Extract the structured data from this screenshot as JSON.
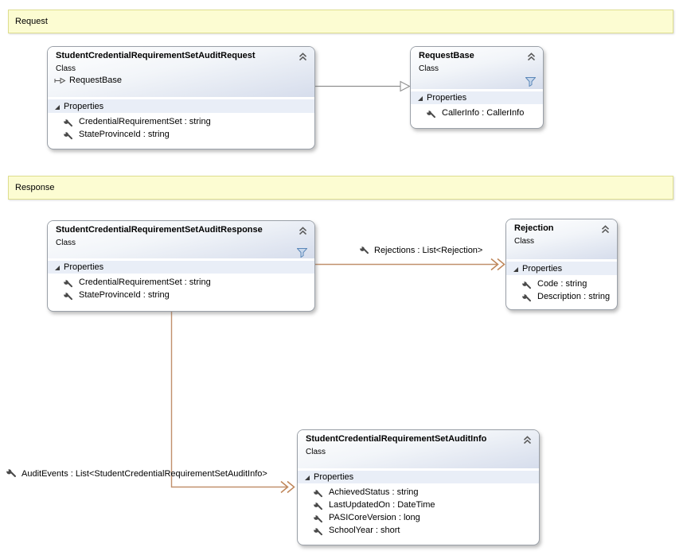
{
  "banners": {
    "request": {
      "label": "Request"
    },
    "response": {
      "label": "Response"
    }
  },
  "classes": {
    "audit_request": {
      "title": "StudentCredentialRequirementSetAuditRequest",
      "stereotype": "Class",
      "base_type": "RequestBase",
      "section": "Properties",
      "properties": [
        "CredentialRequirementSet : string",
        "StateProvinceId : string"
      ]
    },
    "request_base": {
      "title": "RequestBase",
      "stereotype": "Class",
      "section": "Properties",
      "properties": [
        "CallerInfo : CallerInfo"
      ]
    },
    "audit_response": {
      "title": "StudentCredentialRequirementSetAuditResponse",
      "stereotype": "Class",
      "section": "Properties",
      "properties": [
        "CredentialRequirementSet : string",
        "StateProvinceId : string"
      ]
    },
    "rejection": {
      "title": "Rejection",
      "stereotype": "Class",
      "section": "Properties",
      "properties": [
        "Code : string",
        "Description : string"
      ]
    },
    "audit_info": {
      "title": "StudentCredentialRequirementSetAuditInfo",
      "stereotype": "Class",
      "section": "Properties",
      "properties": [
        "AchievedStatus : string",
        "LastUpdatedOn : DateTime",
        "PASICoreVersion : long",
        "SchoolYear : short"
      ]
    }
  },
  "associations": {
    "rejections": {
      "label": "Rejections : List<Rejection>"
    },
    "audit_events": {
      "label": "AuditEvents : List<StudentCredentialRequirementSetAuditInfo>"
    }
  },
  "icons": {
    "collapse": "chevron-double-up",
    "filter": "funnel",
    "property": "wrench",
    "expander": "triangle-expanded",
    "base_type": "inheritance-arrow"
  },
  "colors": {
    "banner_fill": "#FCFCD2",
    "banner_border": "#DEDE8F",
    "association_line": "#C1906C",
    "inheritance_line": "#8F8F8F",
    "section_band": "#E9EEF7",
    "header_gradient_end": "#D6DDEC"
  }
}
